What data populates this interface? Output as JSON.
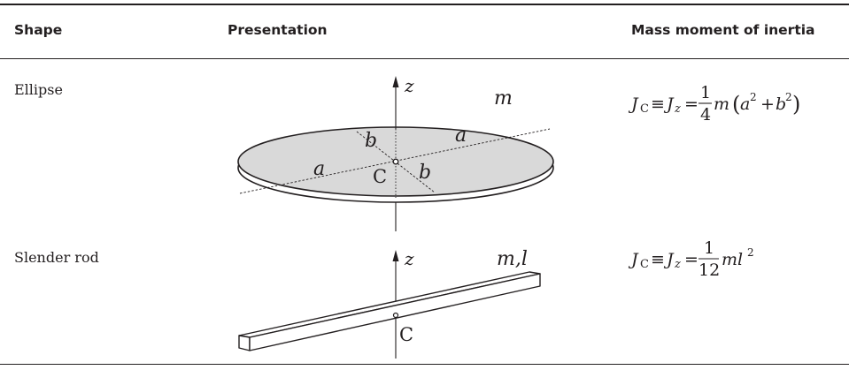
{
  "table": {
    "headers": {
      "shape": "Shape",
      "presentation": "Presentation",
      "inertia": "Mass moment of inertia"
    },
    "rows": [
      {
        "shape": "Ellipse",
        "figure_labels": {
          "axis": "z",
          "mass": "m",
          "semi_major": "a",
          "semi_minor": "b",
          "center": "C"
        },
        "formula": {
          "lhs_J": "J",
          "lhs_sub1": "C",
          "equiv": "≡",
          "lhs_J2": "J",
          "lhs_sub2": "z",
          "eq": "=",
          "frac_num": "1",
          "frac_den": "4",
          "rest_m": "m",
          "rest_open": "(",
          "rest_a": "a",
          "sq1": "2",
          "plus": "+",
          "rest_b": "b",
          "sq2": "2",
          "rest_close": ")"
        }
      },
      {
        "shape": "Slender rod",
        "figure_labels": {
          "axis": "z",
          "mass_len": "m,l",
          "center": "C"
        },
        "formula": {
          "lhs_J": "J",
          "lhs_sub1": "C",
          "equiv": "≡",
          "lhs_J2": "J",
          "lhs_sub2": "z",
          "eq": "=",
          "frac_num": "1",
          "frac_den": "12",
          "rest_ml": "ml",
          "sq": "2"
        }
      }
    ]
  }
}
